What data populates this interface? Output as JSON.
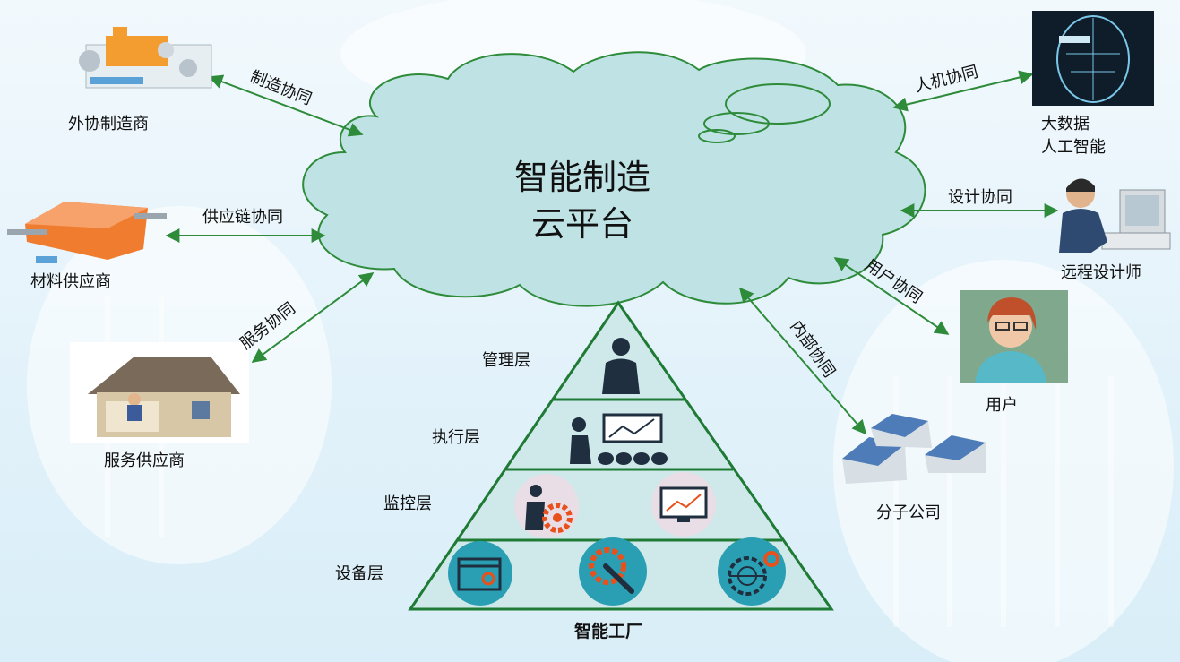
{
  "cloud": {
    "title_line1": "智能制造",
    "title_line2": "云平台"
  },
  "nodes": {
    "outsourcing": "外协制造商",
    "material": "材料供应商",
    "service": "服务供应商",
    "bigdata_line1": "大数据",
    "bigdata_line2": "人工智能",
    "designer": "远程设计师",
    "user": "用户",
    "subsidiary": "分子公司"
  },
  "links": {
    "manufacturing": "制造协同",
    "supply_chain": "供应链协同",
    "service": "服务协同",
    "hmi": "人机协同",
    "design": "设计协同",
    "user": "用户协同",
    "internal": "内部协同"
  },
  "pyramid": {
    "title": "智能工厂",
    "layers": [
      "管理层",
      "执行层",
      "监控层",
      "设备层"
    ]
  },
  "colors": {
    "cloud_fill": "#bfe3e5",
    "cloud_stroke": "#2e8b3a",
    "arrow": "#2e8b3a",
    "pyramid_fill": "#cfe9ea",
    "pyramid_stroke": "#1e7a34",
    "icon_teal": "#2a9fb3",
    "icon_pink": "#e9dde6"
  }
}
